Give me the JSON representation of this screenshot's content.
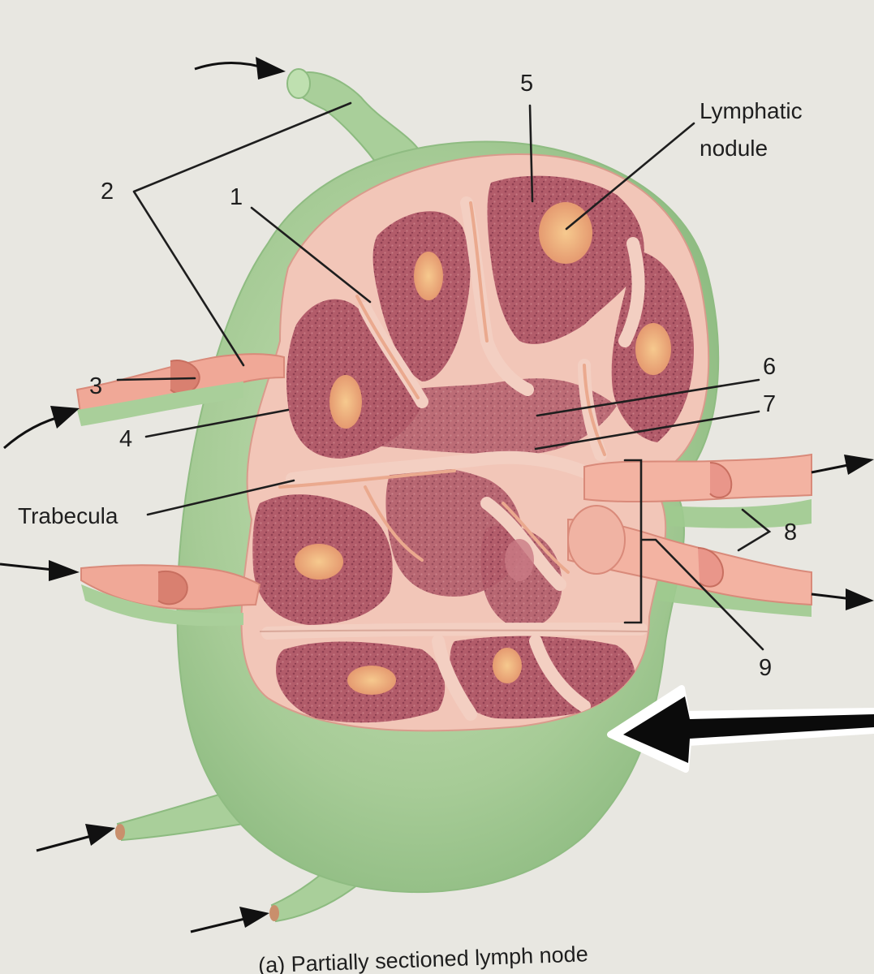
{
  "caption": "(a) Partially sectioned lymph node",
  "labels": {
    "n1": "1",
    "n2": "2",
    "n3": "3",
    "n4": "4",
    "n5": "5",
    "n6": "6",
    "n7": "7",
    "n8": "8",
    "n9": "9",
    "lymphatic_line1": "Lymphatic",
    "lymphatic_line2": "nodule",
    "trabecula": "Trabecula"
  },
  "colors": {
    "capsule_green": "#a8cc98",
    "section_pink": "#f0c2b4",
    "cortex_rose": "#b55f6d",
    "germinal_center": "#eeb27a",
    "vessel_salmon": "#f0a897",
    "arrow_black": "#111111"
  },
  "icons": {
    "pointer": "large-black-arrow-icon",
    "flow": "flow-arrow-icon"
  }
}
